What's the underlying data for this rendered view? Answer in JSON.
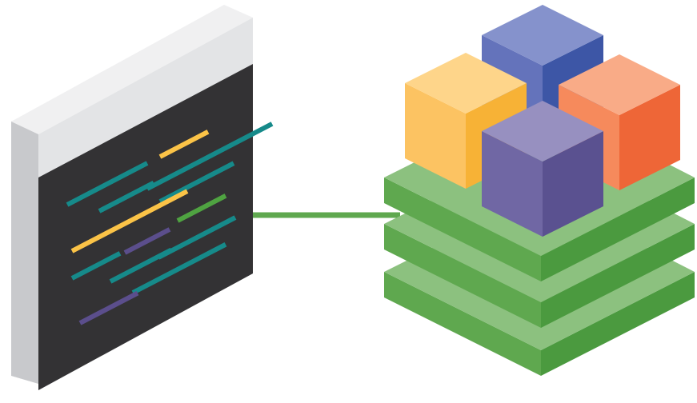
{
  "diagram": {
    "left_item": {
      "name": "code-editor-panel",
      "frame_color": "#e3e4e6",
      "frame_side_color": "#c8c9cc",
      "screen_color": "#333234",
      "code_lines": [
        {
          "color": "#fbc347",
          "width": 0.3
        },
        {
          "color": "#168a8a",
          "width": 0.5
        },
        {
          "color": "#168a8a",
          "width": 0.78
        },
        {
          "color": "#168a8a",
          "width": 0.34
        },
        {
          "color": "#168a8a",
          "width": 0.46
        },
        {
          "color": "#fbc347",
          "width": 0.72
        },
        {
          "color": "#4fa341",
          "width": 0.3
        },
        {
          "color": "#5b4e8c",
          "width": 0.28
        },
        {
          "color": "#168a8a",
          "width": 0.3
        },
        {
          "color": "#168a8a",
          "width": 0.38
        },
        {
          "color": "#168a8a",
          "width": 0.48
        },
        {
          "color": "#168a8a",
          "width": 0.58
        },
        {
          "color": "#5b4e8c",
          "width": 0.36
        }
      ]
    },
    "connector": {
      "color": "#5fa84f"
    },
    "right_item": {
      "name": "layered-cube-stack",
      "layer_count": 3,
      "layer_top_color": "#8cc17f",
      "layer_left_color": "#5fa84f",
      "layer_right_color": "#4b9a3f",
      "cubes": [
        {
          "name": "cube-blue",
          "top": "#8592cc",
          "left": "#6473bb",
          "right": "#3d56a6"
        },
        {
          "name": "cube-yellow",
          "top": "#fed58a",
          "left": "#fcc362",
          "right": "#f7b236"
        },
        {
          "name": "cube-orange",
          "top": "#f9ab87",
          "left": "#f68a5c",
          "right": "#ee6637"
        },
        {
          "name": "cube-purple",
          "top": "#9790c0",
          "left": "#7067a4",
          "right": "#5a5190"
        }
      ]
    }
  }
}
